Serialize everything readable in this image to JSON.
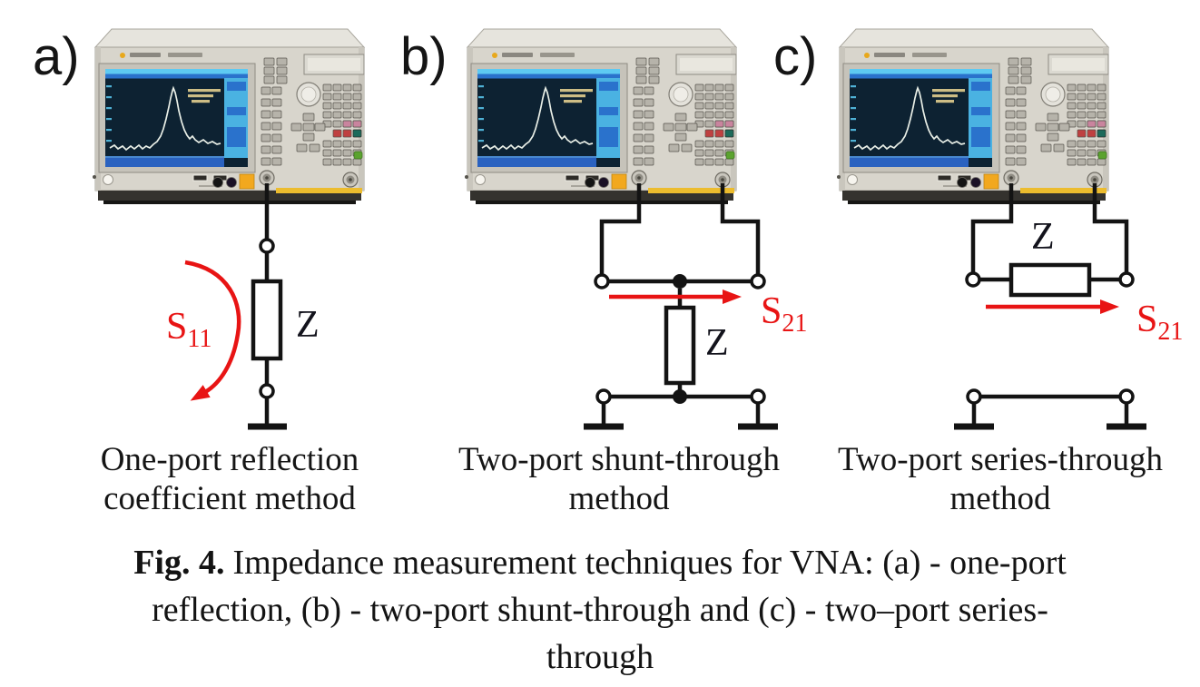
{
  "figure": {
    "panels": [
      {
        "tag": "a)",
        "instrument": "vna-front-panel-photo",
        "s_param": {
          "base": "S",
          "sub": "11"
        },
        "impedance_label": "Z",
        "method_line1": "One-port reflection",
        "method_line2": "coefficient method"
      },
      {
        "tag": "b)",
        "instrument": "vna-front-panel-photo",
        "s_param": {
          "base": "S",
          "sub": "21"
        },
        "impedance_label": "Z",
        "method_line1": "Two-port shunt-through",
        "method_line2": "method"
      },
      {
        "tag": "c)",
        "instrument": "vna-front-panel-photo",
        "s_param": {
          "base": "S",
          "sub": "21"
        },
        "impedance_label": "Z",
        "method_line1": "Two-port series-through",
        "method_line2": "method"
      }
    ],
    "caption": {
      "prefix": "Fig. 4.",
      "line1_rest": "Impedance measurement techniques for VNA: (a) - one-port",
      "line2": "reflection, (b) - two-port shunt-through and (c) - two–port series-",
      "line3": "through"
    },
    "colors": {
      "annotation_red": "#e81414",
      "wire_black": "#131313",
      "vna_body": "#d8d5cc",
      "screen_background": "#0d2232",
      "screen_cyan": "#5ecaf2",
      "screen_blue": "#2a72cc",
      "stripe_yellow": "#ecbc2e",
      "square_yellow": "#f2a81e"
    }
  }
}
